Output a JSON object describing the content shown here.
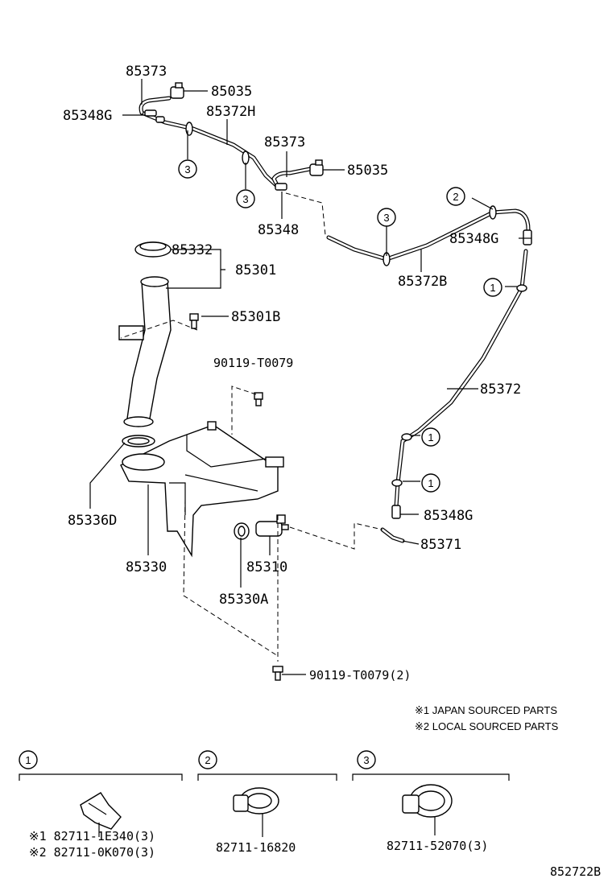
{
  "parts": {
    "p85373_top": "85373",
    "p85035_top": "85035",
    "p85348G_top": "85348G",
    "p85372H": "85372H",
    "p85373_mid": "85373",
    "p85035_mid": "85035",
    "p85348": "85348",
    "p85348G_right": "85348G",
    "p85372B": "85372B",
    "p85332": "85332",
    "p85301": "85301",
    "p85301B": "85301B",
    "p90119_top": "90119-T0079",
    "p85372": "85372",
    "p85348G_low": "85348G",
    "p85371": "85371",
    "p85336D": "85336D",
    "p85330": "85330",
    "p85310": "85310",
    "p85330A": "85330A",
    "p90119_bottom": "90119-T0079(2)"
  },
  "callouts": {
    "c1": "1",
    "c2": "2",
    "c3": "3"
  },
  "notes": {
    "japan": "※1 JAPAN SOURCED PARTS",
    "local": "※2 LOCAL SOURCED PARTS"
  },
  "clamps": {
    "g1_line1": "※1  82711-1E340(3)",
    "g1_line2": "※2  82711-0K070(3)",
    "g2": "82711-16820",
    "g3": "82711-52070(3)"
  },
  "diagram_id": "852722B"
}
